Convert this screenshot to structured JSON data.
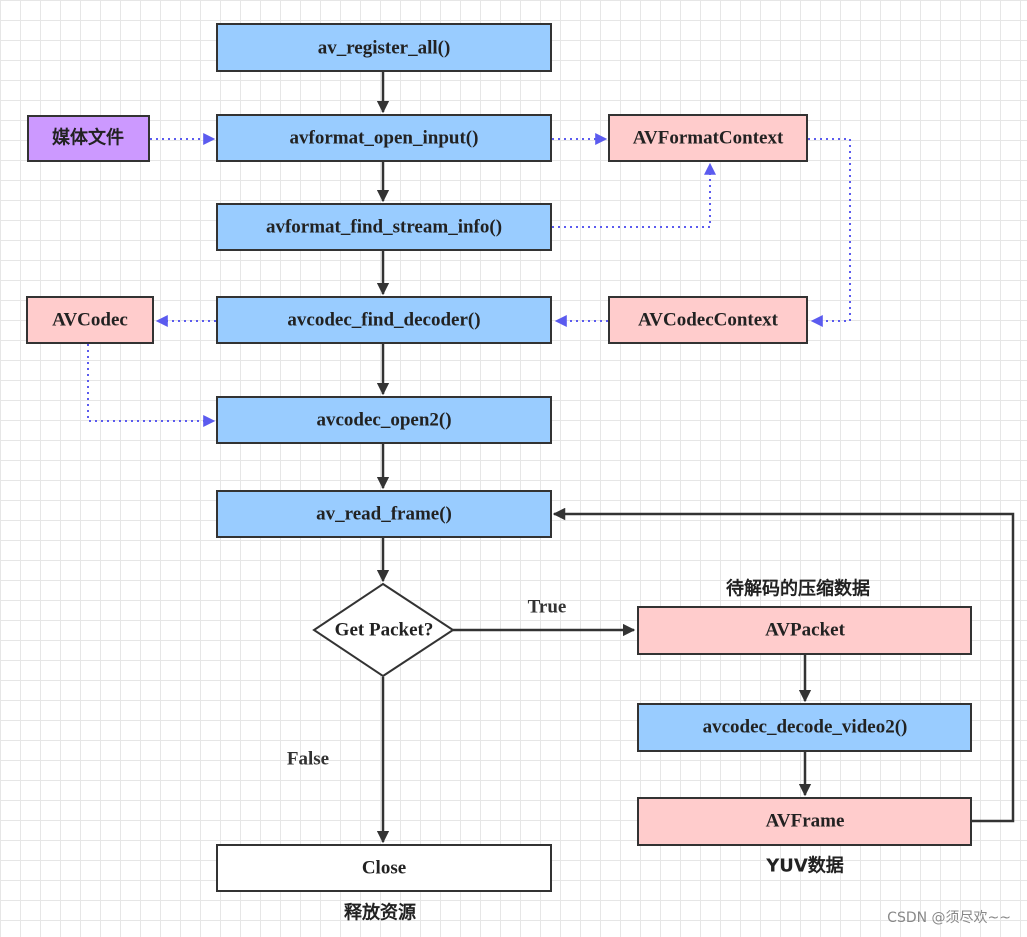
{
  "nodes": {
    "av_register_all": "av_register_all()",
    "media_file": "媒体文件",
    "avformat_open_input": "avformat_open_input()",
    "avformat_context": "AVFormatContext",
    "avformat_find_stream_info": "avformat_find_stream_info()",
    "avcodec": "AVCodec",
    "avcodec_find_decoder": "avcodec_find_decoder()",
    "avcodec_context": "AVCodecContext",
    "avcodec_open2": "avcodec_open2()",
    "av_read_frame": "av_read_frame()",
    "get_packet": "Get Packet?",
    "avpacket": "AVPacket",
    "avcodec_decode_video2": "avcodec_decode_video2()",
    "avframe": "AVFrame",
    "close": "Close"
  },
  "labels": {
    "true": "True",
    "false": "False",
    "packet_note": "待解码的压缩数据",
    "yuv_note": "YUV数据",
    "release_note": "释放资源"
  },
  "watermark": "CSDN @须尽欢~~",
  "colors": {
    "blue_fill": "#99ccff",
    "pink_fill": "#ffcccc",
    "purple_fill": "#cc99ff",
    "white_fill": "#ffffff",
    "border": "#333333",
    "dotted_arrow": "#5b5bef"
  }
}
